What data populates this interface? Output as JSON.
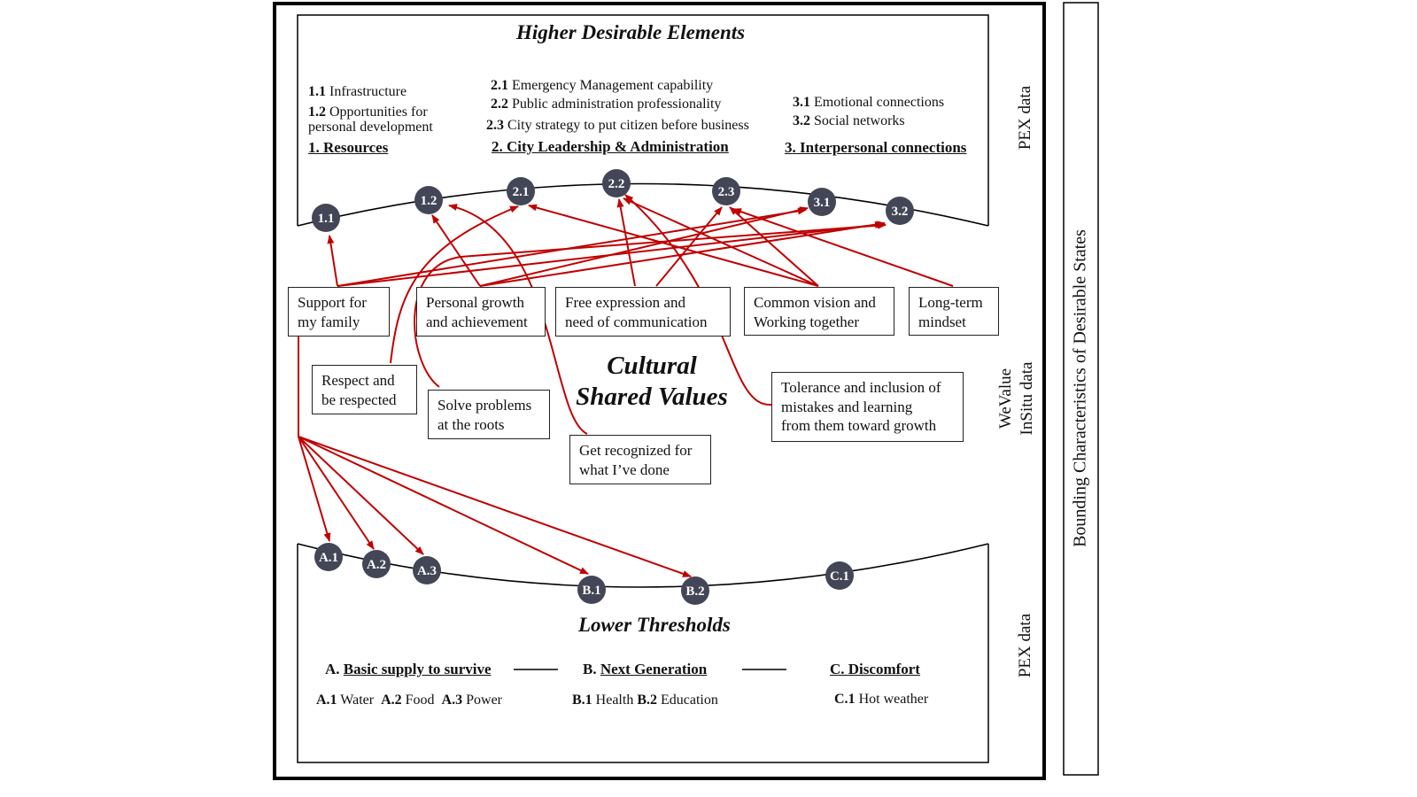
{
  "colors": {
    "node_fill": "#434656",
    "arrow": "#c00000",
    "frame": "#000000"
  },
  "top_section": {
    "title": "Higher Desirable Elements",
    "side_label": "PEX data",
    "categories": [
      {
        "heading": "1.  Resources",
        "items": [
          {
            "code": "1.1",
            "text": "Infrastructure"
          },
          {
            "code": "1.2",
            "text": "Opportunities for",
            "text2": "personal development"
          }
        ]
      },
      {
        "heading": "2.  City Leadership & Administration",
        "items": [
          {
            "code": "2.1",
            "text": "Emergency Management  capability"
          },
          {
            "code": "2.2",
            "text": "Public administration professionality"
          },
          {
            "code": "2.3",
            "text": "City strategy to put citizen before business"
          }
        ]
      },
      {
        "heading": "3. Interpersonal connections",
        "items": [
          {
            "code": "3.1",
            "text": "Emotional  connections"
          },
          {
            "code": "3.2",
            "text": "Social networks"
          }
        ]
      }
    ],
    "nodes": [
      "1.1",
      "1.2",
      "2.1",
      "2.2",
      "2.3",
      "3.1",
      "3.2"
    ]
  },
  "middle_section": {
    "title_line1": "Cultural",
    "title_line2": "Shared Values",
    "side_label_line1": "WeValue",
    "side_label_line2": "InSitu data",
    "values": [
      {
        "id": "support-family",
        "line1": "Support for",
        "line2": "my family"
      },
      {
        "id": "personal-growth",
        "line1": "Personal growth",
        "line2": "and achievement"
      },
      {
        "id": "free-expression",
        "line1": "Free expression and",
        "line2": "need of communication"
      },
      {
        "id": "common-vision",
        "line1": "Common vision and",
        "line2": "Working together"
      },
      {
        "id": "long-term",
        "line1": "Long-term",
        "line2": "mindset"
      },
      {
        "id": "respect",
        "line1": "Respect and",
        "line2": "be respected"
      },
      {
        "id": "solve-problems",
        "line1": "Solve problems",
        "line2": "at the roots"
      },
      {
        "id": "get-recognized",
        "line1": "Get recognized for",
        "line2": "what I’ve done"
      },
      {
        "id": "tolerance",
        "line1": "Tolerance and inclusion of",
        "line2": "mistakes and learning",
        "line3": "from them toward growth"
      }
    ],
    "links": [
      {
        "from": "support-family",
        "to": [
          "1.1",
          "3.1",
          "3.2",
          "A.1",
          "A.2",
          "A.3",
          "B.1",
          "B.2"
        ]
      },
      {
        "from": "personal-growth",
        "to": [
          "1.2",
          "3.1",
          "3.2"
        ]
      },
      {
        "from": "free-expression",
        "to": [
          "2.2",
          "2.3"
        ]
      },
      {
        "from": "common-vision",
        "to": [
          "2.1",
          "2.2",
          "2.3"
        ]
      },
      {
        "from": "long-term",
        "to": [
          "2.3"
        ]
      },
      {
        "from": "respect",
        "to": [
          "2.1"
        ]
      },
      {
        "from": "solve-problems",
        "to": [
          "3.2"
        ]
      },
      {
        "from": "get-recognized",
        "to": [
          "1.2"
        ]
      },
      {
        "from": "tolerance",
        "to": [
          "2.2"
        ]
      }
    ]
  },
  "bottom_section": {
    "title": "Lower Thresholds",
    "side_label": "PEX data",
    "categories": [
      {
        "prefix": "A.",
        "heading": "Basic supply to survive",
        "items": [
          {
            "code": "A.1",
            "text": "Water"
          },
          {
            "code": "A.2",
            "text": "Food"
          },
          {
            "code": "A.3",
            "text": "Power"
          }
        ]
      },
      {
        "prefix": "B.",
        "heading": "Next Generation",
        "items": [
          {
            "code": "B.1",
            "text": "Health"
          },
          {
            "code": "B.2",
            "text": "Education"
          }
        ]
      },
      {
        "prefix": "",
        "heading": "C. Discomfort",
        "items": [
          {
            "code": "C.1",
            "text": "Hot weather"
          }
        ]
      }
    ],
    "nodes": [
      "A.1",
      "A.2",
      "A.3",
      "B.1",
      "B.2",
      "C.1"
    ]
  },
  "outer_label": "Bounding Characteristics of  Desirable States"
}
